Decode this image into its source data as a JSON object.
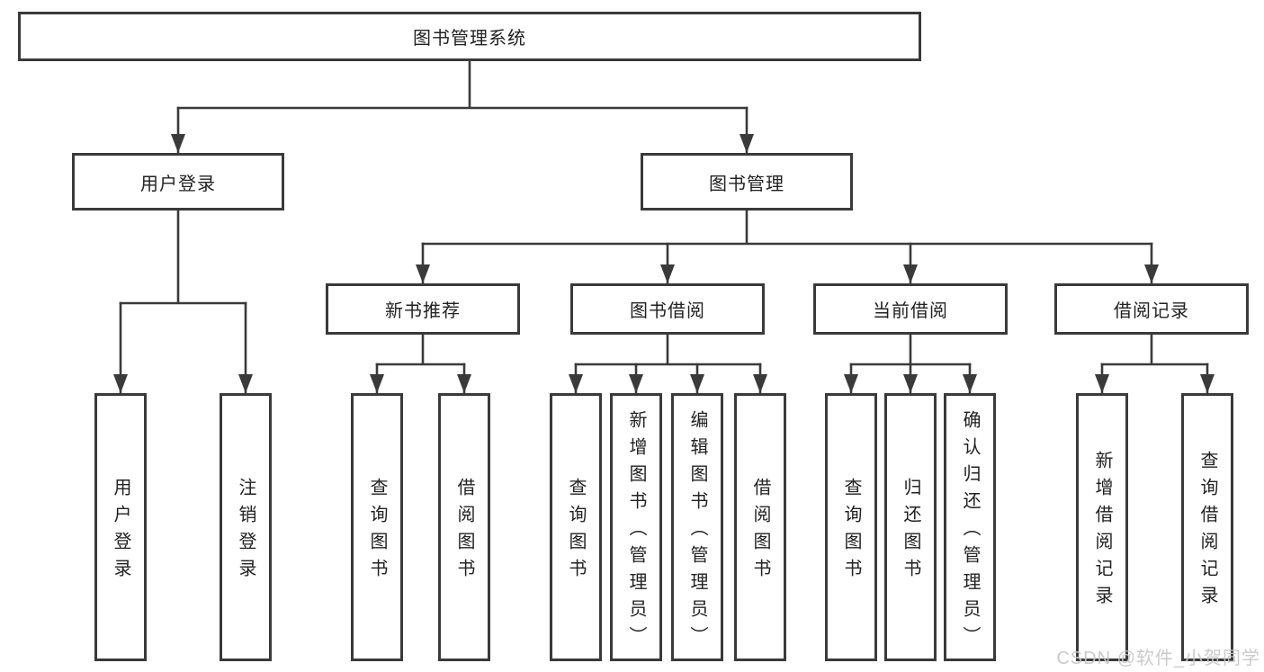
{
  "tree": {
    "root": {
      "label": "图书管理系统"
    },
    "login": {
      "label": "用户登录",
      "children": [
        {
          "label": "用户登录"
        },
        {
          "label": "注销登录"
        }
      ]
    },
    "management": {
      "label": "图书管理",
      "sections": [
        {
          "label": "新书推荐",
          "children": [
            {
              "label": "查询图书"
            },
            {
              "label": "借阅图书"
            }
          ]
        },
        {
          "label": "图书借阅",
          "children": [
            {
              "label": "查询图书"
            },
            {
              "label": "新增图书（管理员）"
            },
            {
              "label": "编辑图书（管理员）"
            },
            {
              "label": "借阅图书"
            }
          ]
        },
        {
          "label": "当前借阅",
          "children": [
            {
              "label": "查询图书"
            },
            {
              "label": "归还图书"
            },
            {
              "label": "确认归还（管理员）"
            }
          ]
        },
        {
          "label": "借阅记录",
          "children": [
            {
              "label": "新增借阅记录"
            },
            {
              "label": "查询借阅记录"
            }
          ]
        }
      ]
    }
  },
  "watermark": {
    "text": "CSDN @软件_小贺同学"
  },
  "colors": {
    "line": "#3a3a3a",
    "text": "#222222",
    "watermark": "#c6c6c6",
    "background": "#ffffff"
  }
}
